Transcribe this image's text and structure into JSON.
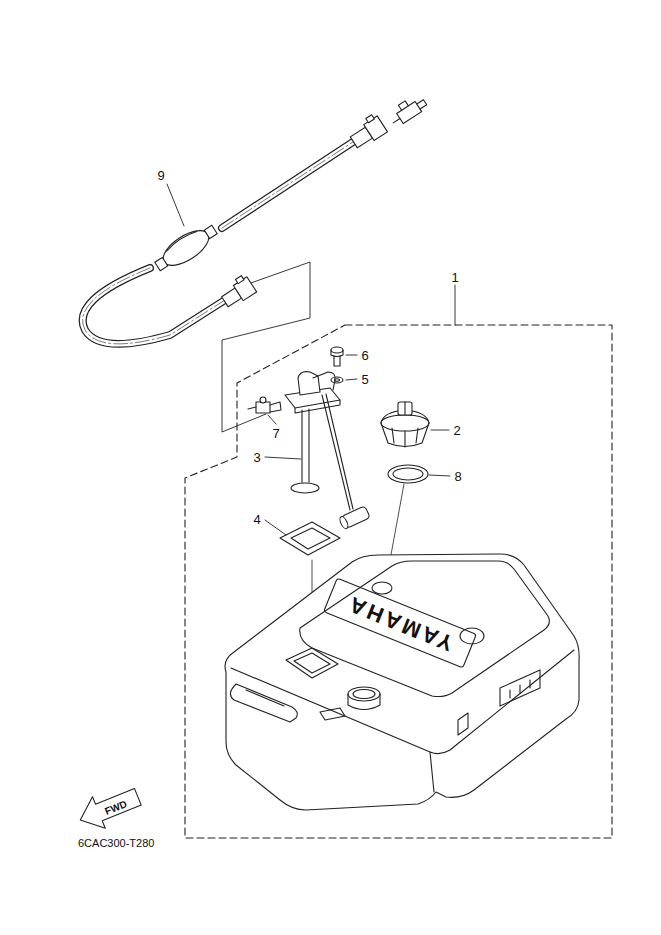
{
  "diagram": {
    "labels": [
      "9",
      "1",
      "6",
      "5",
      "2",
      "7",
      "3",
      "8",
      "4",
      "YAMAHA",
      "FWD",
      "6CAC300-T280"
    ]
  }
}
